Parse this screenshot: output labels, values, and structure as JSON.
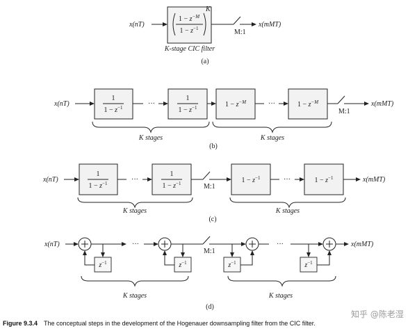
{
  "a": {
    "input": "x(nT)",
    "transfer": "(1 − z−M / 1 − z−1)K",
    "num": "1 − z−M",
    "den": "1 − z−1",
    "exp": "K",
    "decimator": "M:1",
    "output": "x(mMT)",
    "caption": "K-stage CIC filter",
    "label": "(a)"
  },
  "b": {
    "input": "x(nT)",
    "integrator": "1 / 1 − z−1",
    "int_num": "1",
    "int_den": "1 − z−1",
    "comb": "1 − z−M",
    "dots": "···",
    "decimator": "M:1",
    "output": "x(mMT)",
    "stages_left": "K stages",
    "stages_right": "K stages",
    "label": "(b)"
  },
  "c": {
    "input": "x(nT)",
    "int_num": "1",
    "int_den": "1 − z−1",
    "comb": "1 − z−1",
    "dots": "···",
    "decimator": "M:1",
    "output": "x(mMT)",
    "stages_left": "K stages",
    "stages_right": "K stages",
    "label": "(c)"
  },
  "d": {
    "input": "x(nT)",
    "delay": "z−1",
    "dots": "···",
    "decimator": "M:1",
    "output": "x(mMT)",
    "stages_left": "K stages",
    "stages_right": "K stages",
    "label": "(d)"
  },
  "figure_caption": {
    "number": "Figure 9.3.4",
    "text": "The conceptual steps in the development of the Hogenauer downsampling filter from the CIC filter."
  },
  "watermark": "知乎 @陈老湿"
}
